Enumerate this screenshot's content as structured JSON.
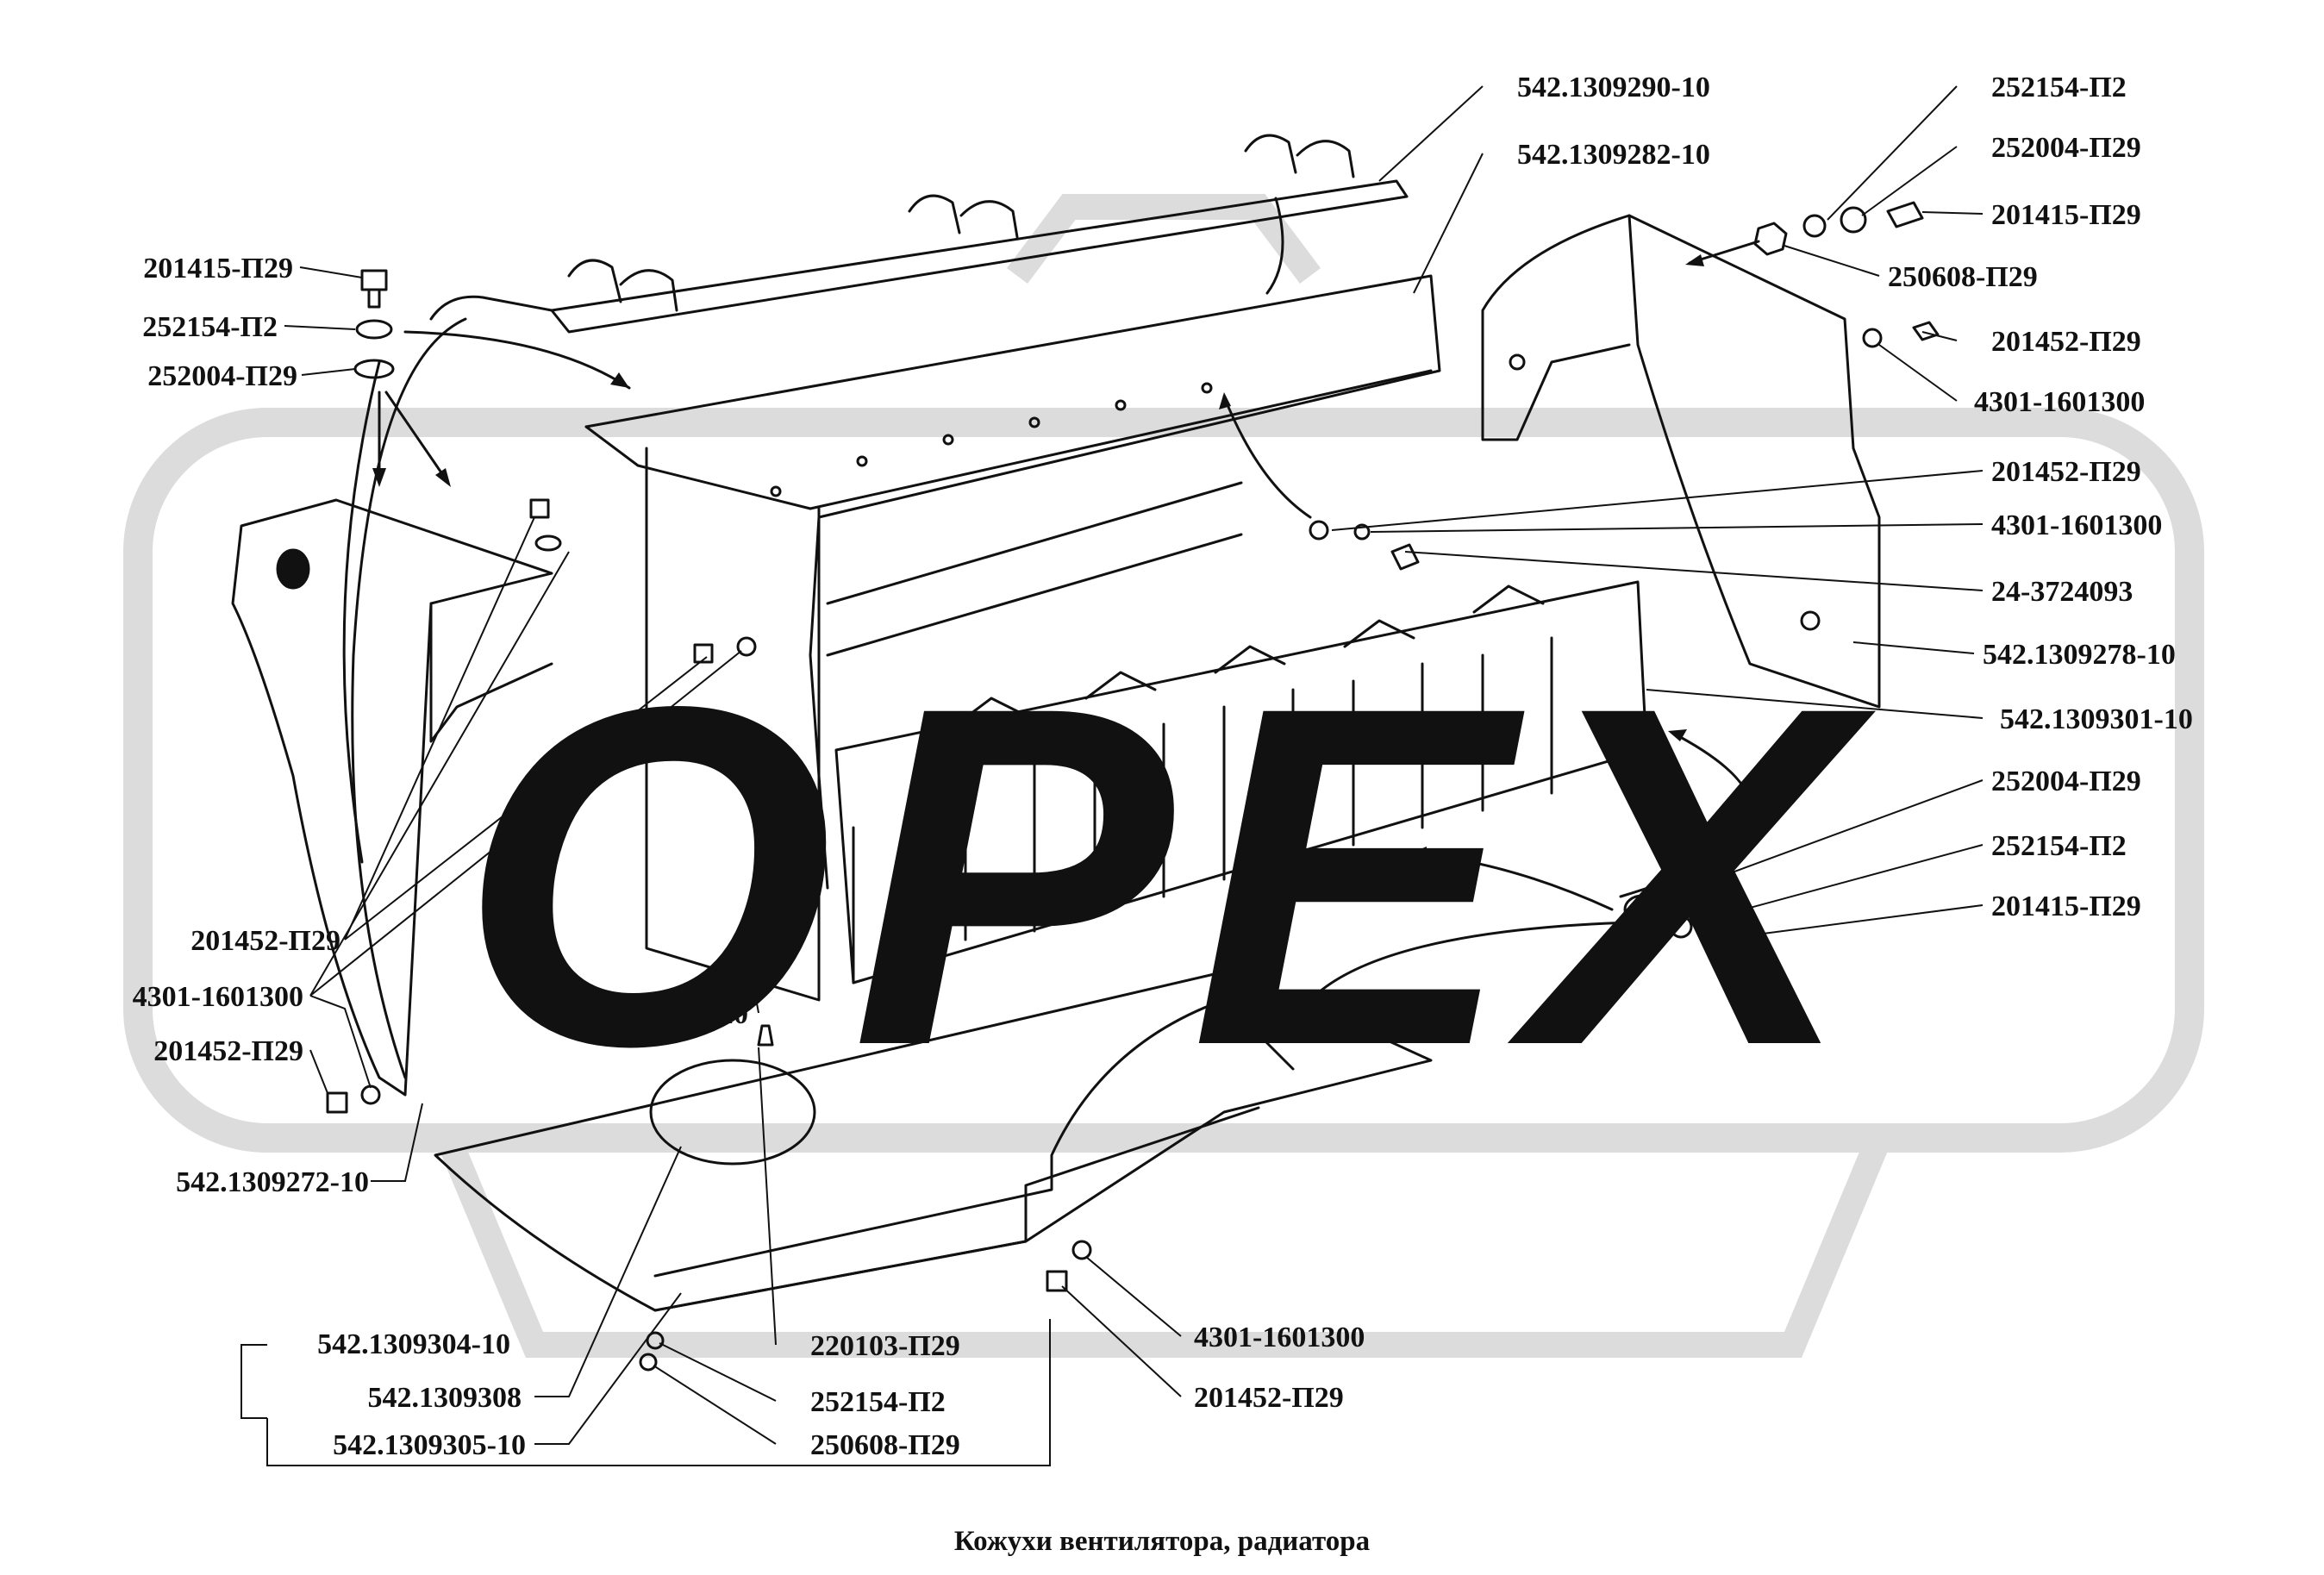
{
  "caption": "Кожухи вентилятора, радиатора",
  "watermark": {
    "text": "ОРЕХ",
    "color": "#dcdcdc"
  },
  "labels": {
    "l01": "542.1309290-10",
    "l02": "542.1309282-10",
    "l03": "252154-П2",
    "l04": "252004-П29",
    "l05": "201415-П29",
    "l06": "250608-П29",
    "l07": "201452-П29",
    "l08": "4301-1601300",
    "l09": "201452-П29",
    "l10": "4301-1601300",
    "l11": "24-3724093",
    "l12": "542.1309278-10",
    "l13": "542.1309301-10",
    "l14": "252004-П29",
    "l15": "252154-П2",
    "l16": "201415-П29",
    "l17": "201415-П29",
    "l18": "252154-П2",
    "l19": "252004-П29",
    "l20": "201452-П29",
    "l21": "4301-1601300",
    "l22": "201452-П29",
    "l23": "542.1309272-10",
    "l24": "542.1309271-10",
    "l25": "542.1309304-10",
    "l26": "542.1309308",
    "l27": "542.1309305-10",
    "l28": "220103-П29",
    "l29": "252154-П2",
    "l30": "250608-П29",
    "l31": "4301-1601300",
    "l32": "201452-П29"
  }
}
